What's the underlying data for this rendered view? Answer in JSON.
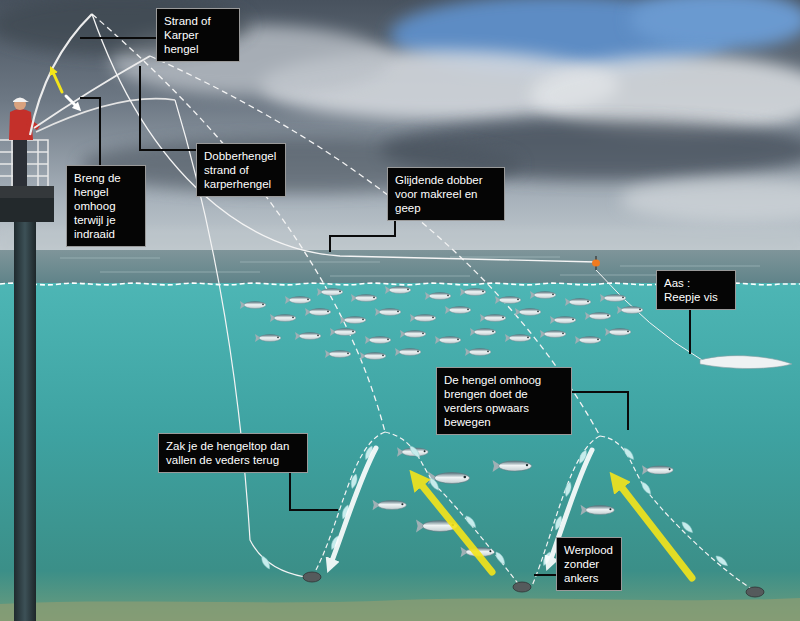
{
  "diagram": {
    "nodes": [
      {
        "text": [
          "Strand of Karper hengel"
        ]
      },
      {
        "text": [
          "Breng de hengel omhoog terwijl je indraaid"
        ]
      },
      {
        "text": [
          "Dobberhengel strand of karperhengel"
        ]
      },
      {
        "text": [
          "Glijdende dobber voor makreel en geep"
        ]
      },
      {
        "text": [
          "Aas : Reepje vis"
        ]
      },
      {
        "text": [
          "De hengel omhoog brengen doet de verders opwaars bewegen"
        ]
      },
      {
        "text": [
          "Zak je de hengeltop dan vallen de veders terug"
        ]
      },
      {
        "text": [
          "Werplood zonder ankers"
        ]
      }
    ]
  }
}
